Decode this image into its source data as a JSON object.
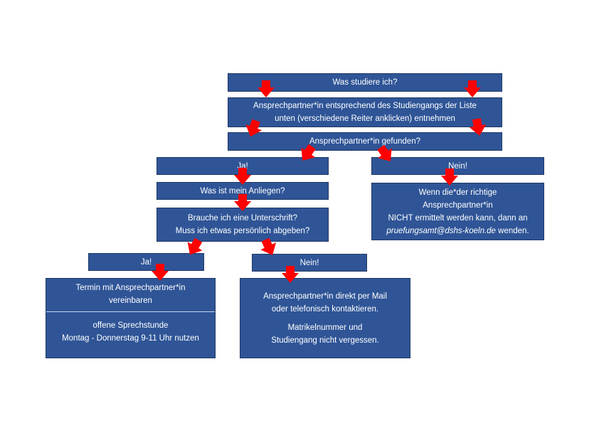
{
  "colors": {
    "box_fill": "#2f5597",
    "box_border": "#1f3864",
    "text": "#ffffff",
    "arrow": "#ff0000"
  },
  "flow": {
    "q_study": "Was studiere ich?",
    "contact_list": [
      "Ansprechpartner*in entsprechend des Studiengangs der Liste",
      "unten (verschiedene Reiter anklicken) entnehmen"
    ],
    "q_found": "Ansprechpartner*in gefunden?",
    "found_yes": "Ja!",
    "found_no": "Nein!",
    "q_concern": "Was ist mein Anliegen?",
    "q_signature": [
      "Brauche ich eine Unterschrift?",
      "Muss ich etwas persönlich abgeben?"
    ],
    "not_found": {
      "line1": "Wenn die*der richtige",
      "line2": "Ansprechpartner*in",
      "line3": "NICHT ermittelt werden kann, dann an",
      "email": "pruefungsamt@dshs-koeln.de",
      "suffix": " wenden."
    },
    "sig_yes": "Ja!",
    "sig_no": "Nein!",
    "appointment": {
      "line1": "Termin mit Ansprechpartner*in",
      "line2": "vereinbaren",
      "line3": "offene Sprechstunde",
      "line4": "Montag - Donnerstag 9-11 Uhr nutzen"
    },
    "direct_contact": {
      "line1": "Ansprechpartner*in direkt per Mail",
      "line2": "oder telefonisch kontaktieren.",
      "line3": "Matrikelnummer und",
      "line4": "Studiengang nicht vergessen."
    }
  }
}
